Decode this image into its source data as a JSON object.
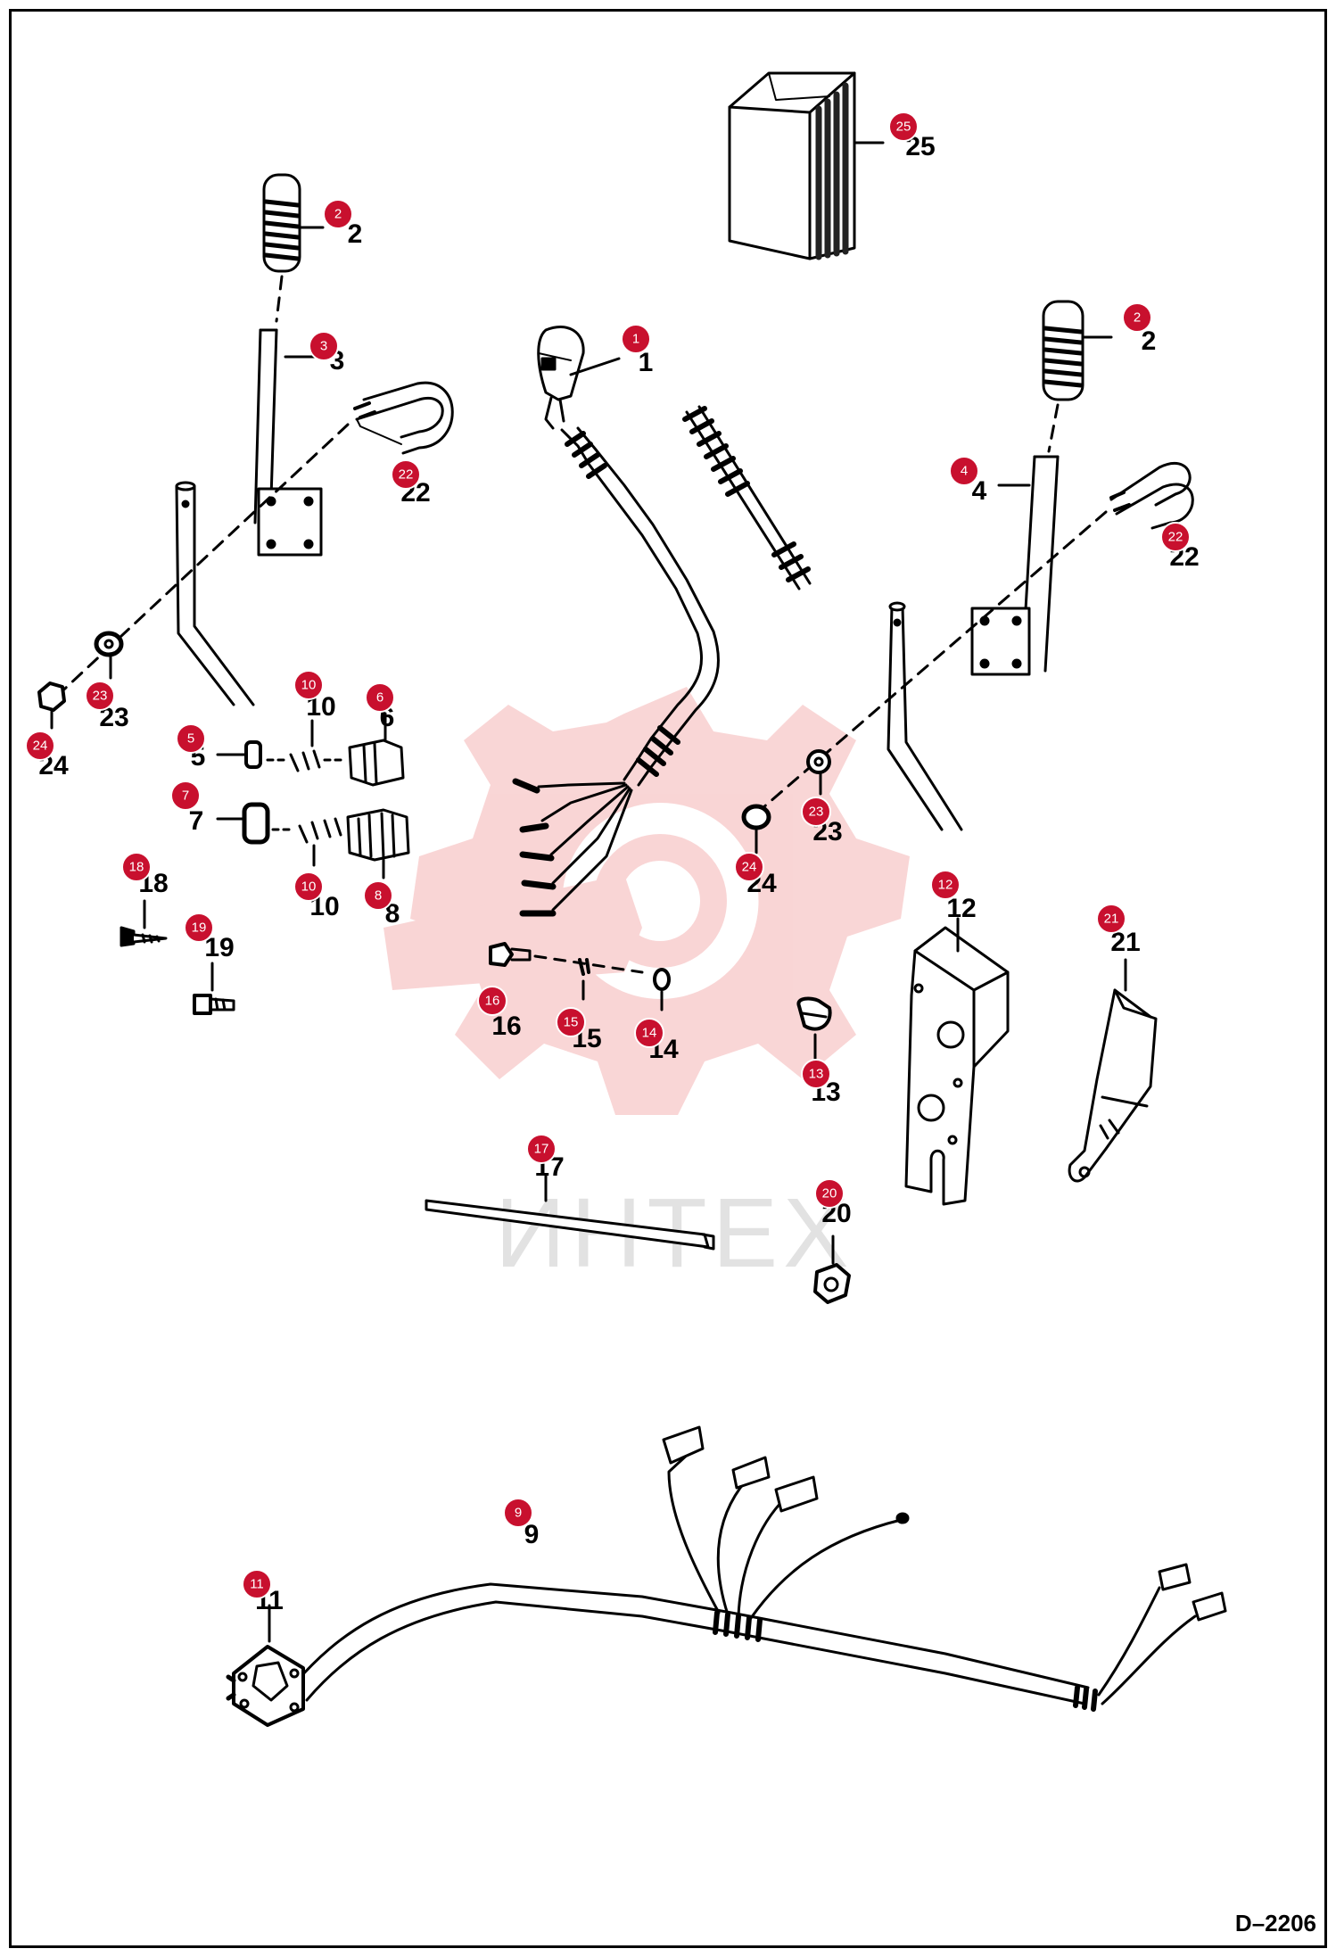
{
  "watermark": {
    "text": "ИНТЕХ",
    "color": "#f7c8c8"
  },
  "figure_code": "D–2206",
  "badge_color": "#c8102e",
  "callouts": [
    {
      "id": "25",
      "label": "25"
    },
    {
      "id": "2-left",
      "label": "2"
    },
    {
      "id": "3",
      "label": "3"
    },
    {
      "id": "1",
      "label": "1"
    },
    {
      "id": "2-right",
      "label": "2"
    },
    {
      "id": "22-left",
      "label": "22"
    },
    {
      "id": "4",
      "label": "4"
    },
    {
      "id": "22-right",
      "label": "22"
    },
    {
      "id": "23-left",
      "label": "23"
    },
    {
      "id": "24-left",
      "label": "24"
    },
    {
      "id": "10-top",
      "label": "10"
    },
    {
      "id": "6",
      "label": "6"
    },
    {
      "id": "5",
      "label": "5"
    },
    {
      "id": "7",
      "label": "7"
    },
    {
      "id": "10-bottom",
      "label": "10"
    },
    {
      "id": "8",
      "label": "8"
    },
    {
      "id": "18",
      "label": "18"
    },
    {
      "id": "19",
      "label": "19"
    },
    {
      "id": "23-right",
      "label": "23"
    },
    {
      "id": "24-right",
      "label": "24"
    },
    {
      "id": "12",
      "label": "12"
    },
    {
      "id": "21",
      "label": "21"
    },
    {
      "id": "16",
      "label": "16"
    },
    {
      "id": "15",
      "label": "15"
    },
    {
      "id": "14",
      "label": "14"
    },
    {
      "id": "13",
      "label": "13"
    },
    {
      "id": "17",
      "label": "17"
    },
    {
      "id": "20",
      "label": "20"
    },
    {
      "id": "9",
      "label": "9"
    },
    {
      "id": "11",
      "label": "11"
    }
  ]
}
